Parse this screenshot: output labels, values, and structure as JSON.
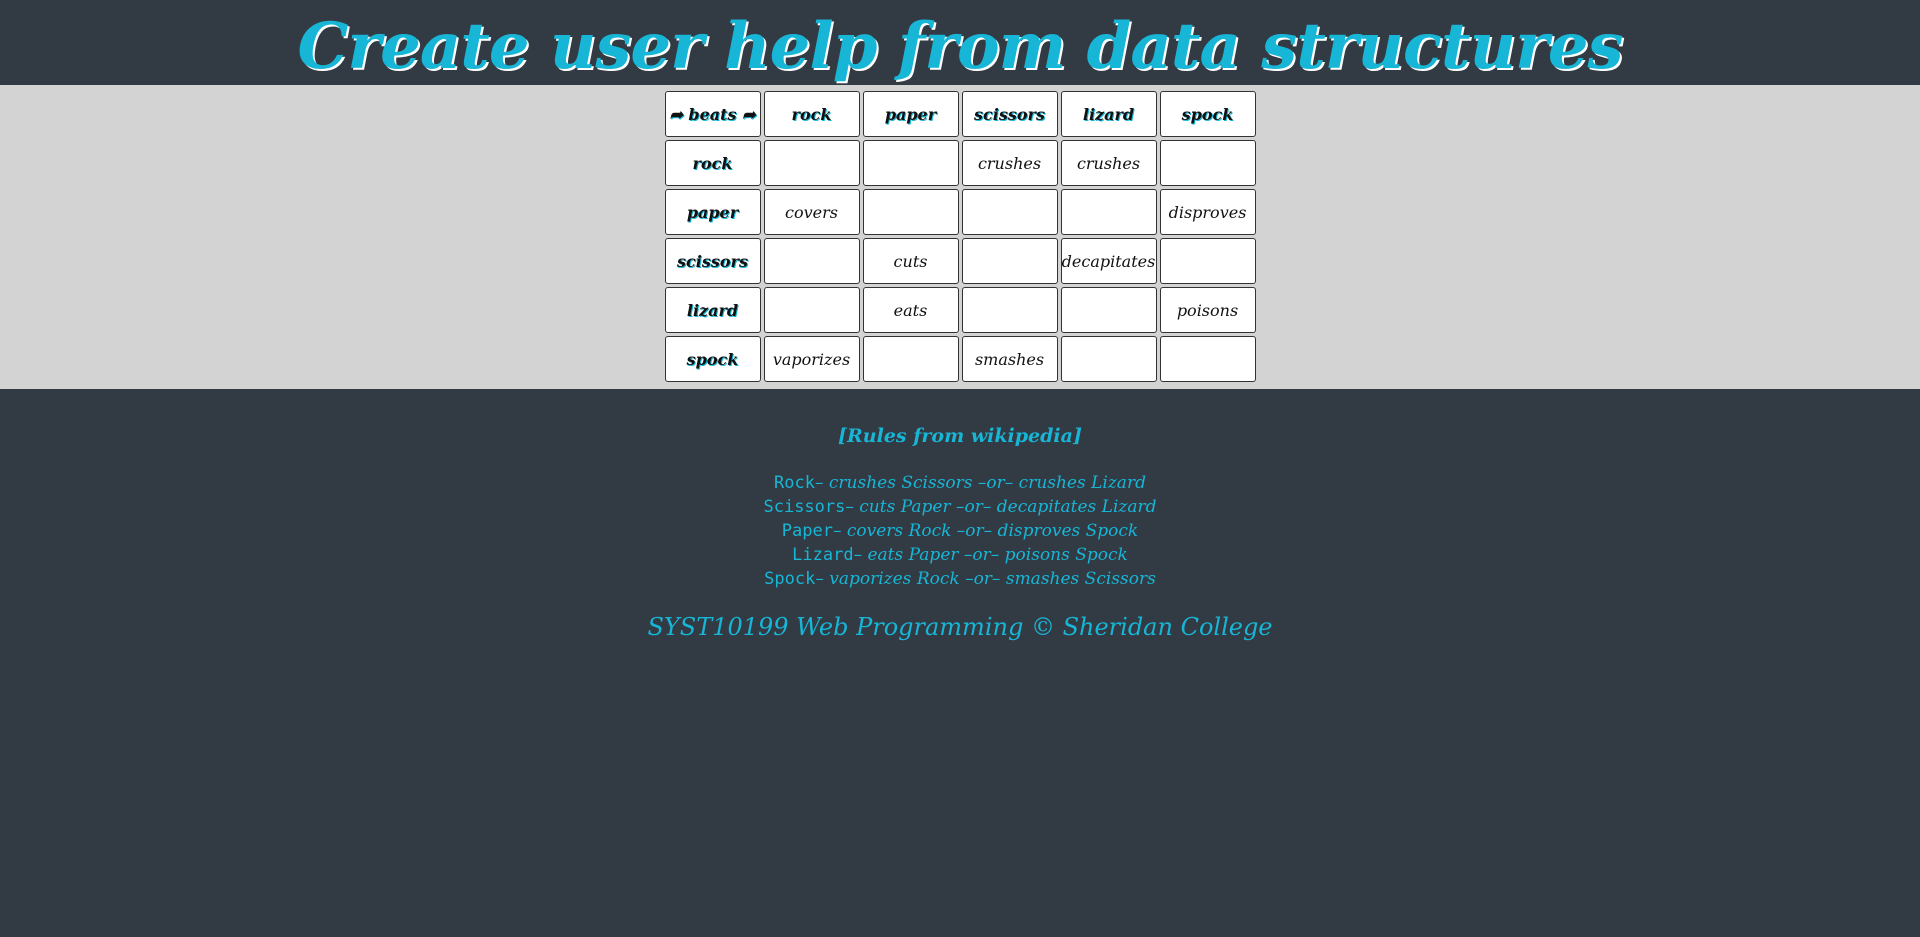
{
  "page": {
    "title": "Create user help from data structures"
  },
  "table": {
    "corner": "➦ beats ➦",
    "columns": [
      "rock",
      "paper",
      "scissors",
      "lizard",
      "spock"
    ],
    "rows": [
      {
        "label": "rock",
        "cells": [
          "",
          "",
          "crushes",
          "crushes",
          ""
        ]
      },
      {
        "label": "paper",
        "cells": [
          "covers",
          "",
          "",
          "",
          "disproves"
        ]
      },
      {
        "label": "scissors",
        "cells": [
          "",
          "cuts",
          "",
          "decapitates",
          ""
        ]
      },
      {
        "label": "lizard",
        "cells": [
          "",
          "eats",
          "",
          "",
          "poisons"
        ]
      },
      {
        "label": "spock",
        "cells": [
          "vaporizes",
          "",
          "smashes",
          "",
          ""
        ]
      }
    ]
  },
  "rules": {
    "link_label": "[Rules from wikipedia]",
    "lines": [
      {
        "name": "Rock",
        "text": "– crushes Scissors –or– crushes Lizard"
      },
      {
        "name": "Scissors",
        "text": "– cuts Paper –or– decapitates Lizard"
      },
      {
        "name": "Paper",
        "text": "– covers Rock –or– disproves Spock"
      },
      {
        "name": "Lizard",
        "text": "– eats Paper –or– poisons Spock"
      },
      {
        "name": "Spock",
        "text": "– vaporizes Rock –or– smashes Scissors"
      }
    ]
  },
  "footer": {
    "copyright": "SYST10199 Web Programming © Sheridan College"
  },
  "colors": {
    "background": "#323a43",
    "band": "#d3d3d3",
    "accent": "#17b6d6"
  }
}
